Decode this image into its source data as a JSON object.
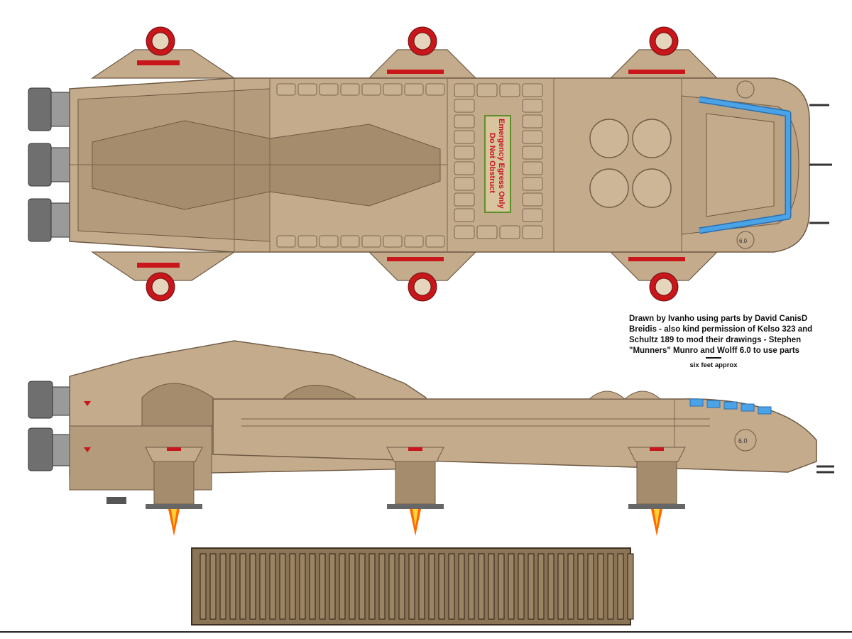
{
  "colors": {
    "hull": "#c4ab8c",
    "hull_dark": "#a58c6c",
    "hull_light": "#d3bea2",
    "line": "#6e5a44",
    "accent_red": "#c8161b",
    "window_blue": "#4aa3e6",
    "engine_grey": "#7c7c7c",
    "thruster_flame": "#ff6a00",
    "container": "#8a7455"
  },
  "top_view": {
    "hatch_text_line1": "Emergency Egress Only",
    "hatch_text_line2": "Do Not Obstruct",
    "cockpit_marking": "6.0"
  },
  "side_view": {
    "cockpit_marking": "6.0"
  },
  "credits": {
    "line1": "Drawn by Ivanho using parts by David CanisD",
    "line2": "Breidis - also kind permission of Kelso 323 and",
    "line3": "Schultz 189 to mod their drawings - Stephen",
    "line4": "\"Munners\" Munro and Wolff 6.0 to use parts"
  },
  "scale": {
    "label": "six feet approx"
  }
}
